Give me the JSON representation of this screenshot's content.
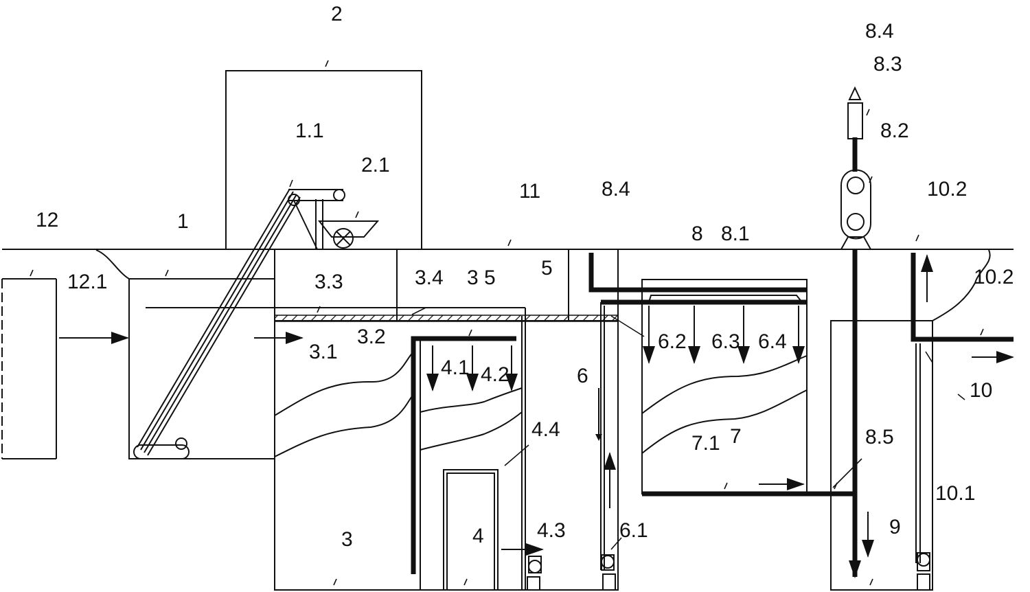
{
  "diagram": {
    "labels": [
      {
        "id": "l-2",
        "text": "2"
      },
      {
        "id": "l-8-4-top",
        "text": "8.4"
      },
      {
        "id": "l-8-3",
        "text": "8.3"
      },
      {
        "id": "l-8-2",
        "text": "8.2"
      },
      {
        "id": "l-1-1",
        "text": "1.1"
      },
      {
        "id": "l-2-1",
        "text": "2.1"
      },
      {
        "id": "l-11",
        "text": "11"
      },
      {
        "id": "l-8-4-mid",
        "text": "8.4"
      },
      {
        "id": "l-10-2-top",
        "text": "10.2"
      },
      {
        "id": "l-12",
        "text": "12"
      },
      {
        "id": "l-1",
        "text": "1"
      },
      {
        "id": "l-8",
        "text": "8"
      },
      {
        "id": "l-8-1",
        "text": "8.1"
      },
      {
        "id": "l-12-1",
        "text": "12.1"
      },
      {
        "id": "l-3-3",
        "text": "3.3"
      },
      {
        "id": "l-3-4",
        "text": "3.4"
      },
      {
        "id": "l-3-5",
        "text": "3 5"
      },
      {
        "id": "l-5",
        "text": "5"
      },
      {
        "id": "l-10-2-right",
        "text": "10.2"
      },
      {
        "id": "l-3-1",
        "text": "3.1"
      },
      {
        "id": "l-3-2",
        "text": "3.2"
      },
      {
        "id": "l-4-1",
        "text": "4.1"
      },
      {
        "id": "l-4-2",
        "text": "4.2"
      },
      {
        "id": "l-6",
        "text": "6"
      },
      {
        "id": "l-6-2",
        "text": "6.2"
      },
      {
        "id": "l-6-3",
        "text": "6.3"
      },
      {
        "id": "l-6-4",
        "text": "6.4"
      },
      {
        "id": "l-10",
        "text": "10"
      },
      {
        "id": "l-4-4",
        "text": "4.4"
      },
      {
        "id": "l-7-1",
        "text": "7.1"
      },
      {
        "id": "l-7",
        "text": "7"
      },
      {
        "id": "l-8-5",
        "text": "8.5"
      },
      {
        "id": "l-10-1",
        "text": "10.1"
      },
      {
        "id": "l-4-3",
        "text": "4.3"
      },
      {
        "id": "l-6-1",
        "text": "6.1"
      },
      {
        "id": "l-3",
        "text": "3"
      },
      {
        "id": "l-4",
        "text": "4"
      },
      {
        "id": "l-9",
        "text": "9"
      }
    ]
  }
}
